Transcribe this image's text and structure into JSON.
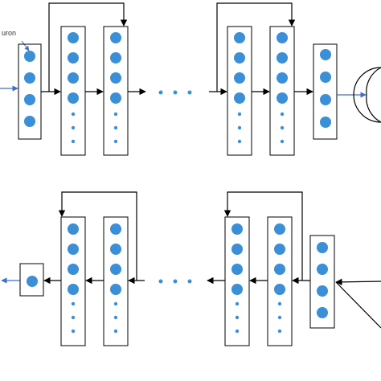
{
  "diagram": {
    "neuron_label": "uron",
    "colors": {
      "neuron": "#3a8fd6",
      "line": "#000000",
      "input_arrow": "#3a6fc9",
      "background": "#ffffff"
    },
    "top_row": {
      "layers": [
        {
          "id": "input-layer",
          "big_dots": 4,
          "small_dots": 0
        },
        {
          "id": "hidden-layer-1",
          "big_dots": 4,
          "small_dots": 3
        },
        {
          "id": "hidden-layer-2",
          "big_dots": 4,
          "small_dots": 3
        },
        {
          "id": "hidden-layer-n-1",
          "big_dots": 4,
          "small_dots": 3
        },
        {
          "id": "hidden-layer-n",
          "big_dots": 4,
          "small_dots": 3
        },
        {
          "id": "output-layer",
          "big_dots": 4,
          "small_dots": 0
        }
      ],
      "ellipsis_dots": 3,
      "skip_connections": 2
    },
    "bottom_row": {
      "layers": [
        {
          "id": "output-node",
          "big_dots": 1,
          "small_dots": 0
        },
        {
          "id": "hidden-layer-a",
          "big_dots": 4,
          "small_dots": 3
        },
        {
          "id": "hidden-layer-b",
          "big_dots": 4,
          "small_dots": 3
        },
        {
          "id": "hidden-layer-c",
          "big_dots": 4,
          "small_dots": 3
        },
        {
          "id": "hidden-layer-d",
          "big_dots": 4,
          "small_dots": 3
        },
        {
          "id": "input-layer",
          "big_dots": 4,
          "small_dots": 0
        }
      ],
      "ellipsis_dots": 3,
      "skip_connections": 2
    }
  }
}
